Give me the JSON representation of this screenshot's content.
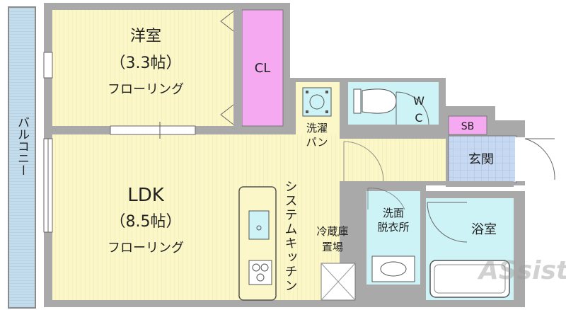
{
  "rooms": {
    "western_room": {
      "name": "洋室",
      "size": "（3.3帖）",
      "floor": "フローリング"
    },
    "ldk": {
      "name": "LDK",
      "size": "（8.5帖）",
      "floor": "フローリング"
    },
    "closet": "CL",
    "wc": "W C",
    "washer_pan": "洗濯\nパン",
    "shoe_box": "SB",
    "entrance": "玄関",
    "washroom": "洗面\n脱衣所",
    "bathroom": "浴室",
    "balcony": "バルコニー",
    "kitchen": "システムキッチン",
    "fridge_space": "冷蔵庫\n置場"
  },
  "watermark": "ASsist",
  "colors": {
    "floor_yellow": "#fbf7c9",
    "wall_gray": "#a9a9a9",
    "closet_pink": "#f4a9f0",
    "wet_cyan": "#cdf3f6",
    "entrance_blue": "#c7d9f2",
    "balcony_blue": "#c4dcec"
  }
}
